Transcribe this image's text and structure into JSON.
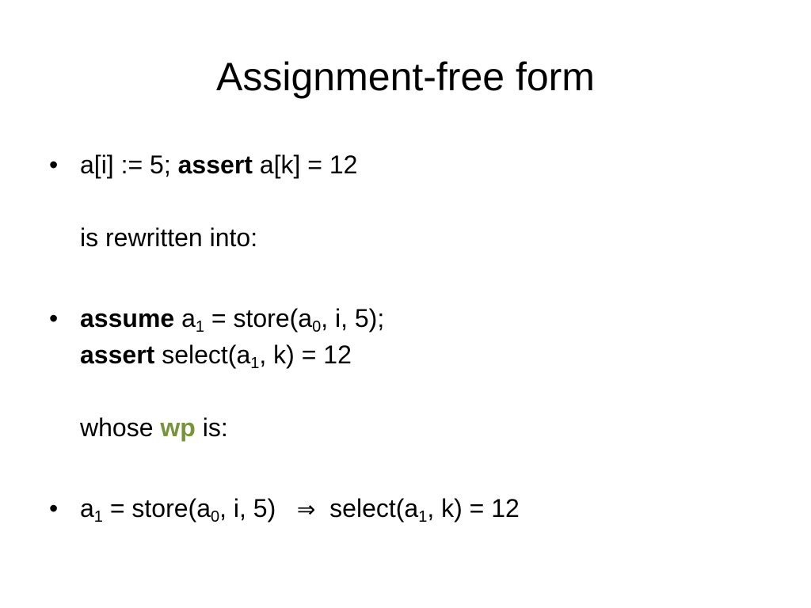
{
  "title": "Assignment-free form",
  "bullet_char": "•",
  "line1": {
    "pre": "a[i] := 5;  ",
    "kw": "assert",
    "post": " a[k] = 12"
  },
  "line2": "is rewritten into:",
  "line3": {
    "kw": "assume",
    "a": " a",
    "sub1": "1",
    "mid": " = store(a",
    "sub0": "0",
    "post": ", i, 5);"
  },
  "line4": {
    "kw": "assert",
    "a": " select(a",
    "sub1": "1",
    "post": ", k) = 12"
  },
  "line5": {
    "pre": "whose ",
    "wp": "wp",
    "post": " is:"
  },
  "line6": {
    "a": "a",
    "sub1": "1",
    "mid": " = store(a",
    "sub0": "0",
    "mid2": ", i, 5)   ",
    "arrow": "⇒",
    "sel": "  select(a",
    "sub1b": "1",
    "post": ", k) = 12"
  },
  "colors": {
    "wp": "#77933c"
  }
}
